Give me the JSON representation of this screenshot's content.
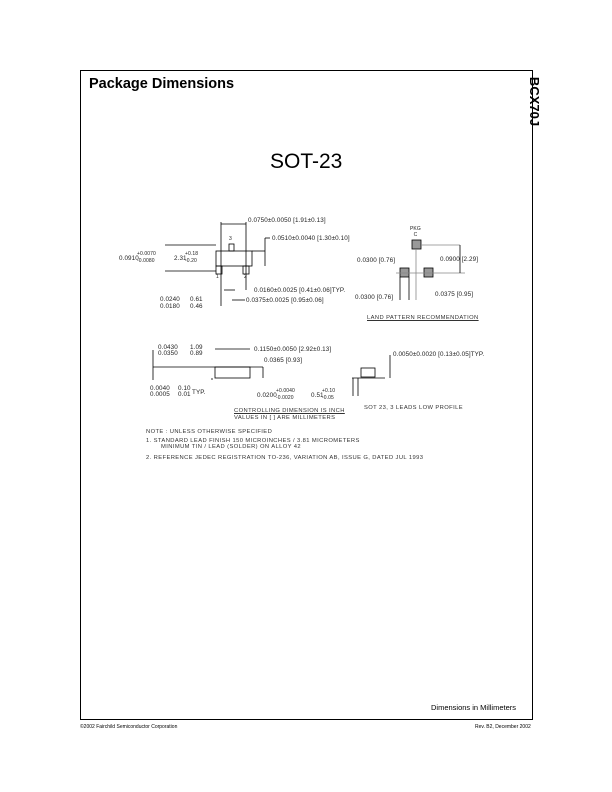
{
  "section_title": "Package Dimensions",
  "part_number": "BCX70J",
  "package_name": "SOT-23",
  "top_view": {
    "width": "0.0750±0.0050 [1.91±0.13]",
    "body_height": "0.0510±0.0040 [1.30±0.10]",
    "overall_upper": "+0.0070",
    "overall_main": "0.0910",
    "overall_lower": "-0.0080",
    "overall_mm_main": "2.31",
    "overall_mm_upper": "+0.18",
    "overall_mm_lower": "-0.20",
    "lead_width": "0.0160±0.0025 [0.41±0.06]TYP.",
    "pitch": "0.0375±0.0025 [0.95±0.06]",
    "foot_in_1": "0.0240",
    "foot_in_2": "0.0180",
    "foot_mm_1": "0.61",
    "foot_mm_2": "0.46",
    "pin1": "1",
    "pin2": "2",
    "pin3": "3"
  },
  "land_pattern": {
    "pkg": "PKG",
    "c": "C",
    "pad": "0.0300 [0.76]",
    "span": "0.0900 [2.29]",
    "pad_width": "0.0300 [0.76]",
    "pitch": "0.0375 [0.95]",
    "caption": "LAND PATTERN RECOMMENDATION"
  },
  "side_view": {
    "h_in_1": "0.0430",
    "h_in_2": "0.0350",
    "h_mm_1": "1.09",
    "h_mm_2": "0.89",
    "length": "0.1150±0.0050 [2.92±0.13]",
    "body": "0.0365 [0.93]",
    "so_in_1": "0.0040",
    "so_in_2": "0.0005",
    "so_mm_1": "0.10",
    "so_mm_2": "0.01",
    "typ": "TYP.",
    "lead_main": "0.0200",
    "lead_upper": "+0.0040",
    "lead_lower": "-0.0020",
    "lead_mm_main": "0.51",
    "lead_mm_upper": "+0.10",
    "lead_mm_lower": "-0.05"
  },
  "end_view": {
    "thickness": "0.0050±0.0020 [0.13±0.05]TYP.",
    "caption": "SOT 23, 3 LEADS LOW PROFILE"
  },
  "controlling_1": "CONTROLLING DIMENSION IS INCH",
  "controlling_2": "VALUES IN [ ] ARE MILLIMETERS",
  "notes": [
    "NOTE : UNLESS OTHERWISE SPECIFIED",
    "1.   STANDARD LEAD FINISH 150 MICROINCHES / 3.81 MICROMETERS",
    "MINIMUM TIN / LEAD (SOLDER) ON ALLOY 42",
    "2.   REFERENCE JEDEC REGISTRATION TO-236, VARIATION AB, ISSUE G, DATED JUL 1993"
  ],
  "dimensions_label": "Dimensions in Millimeters",
  "footer_left": "©2002 Fairchild Semiconductor Corporation",
  "footer_right": "Rev. B2, December 2002"
}
